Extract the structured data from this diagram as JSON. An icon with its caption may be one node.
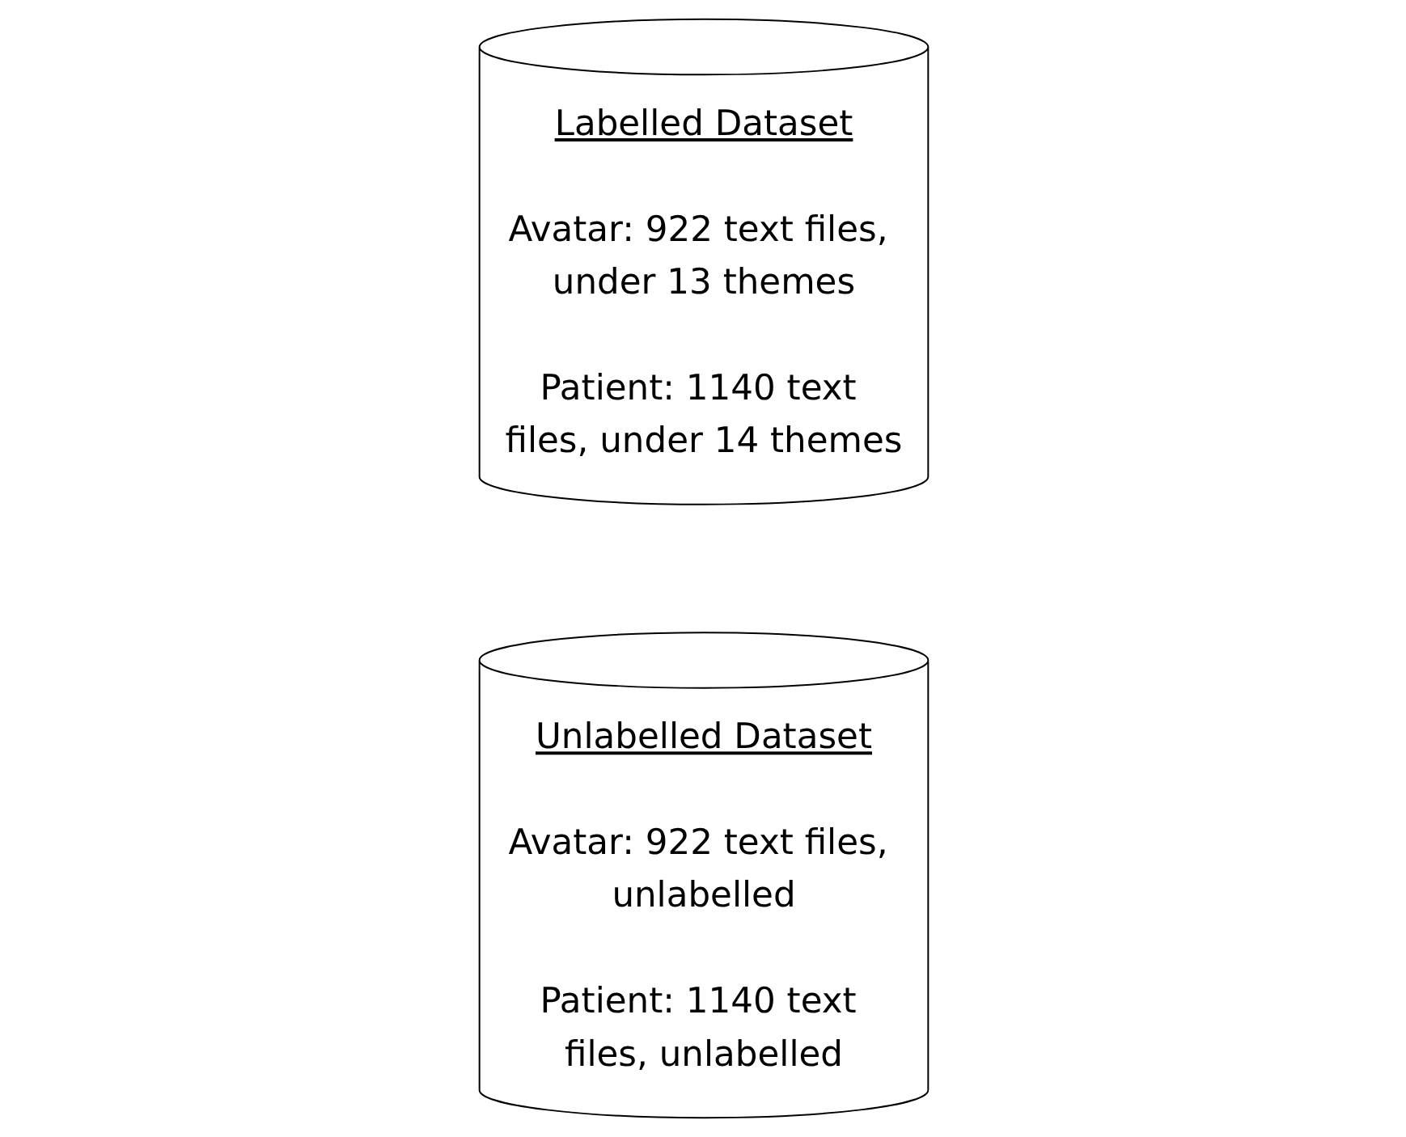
{
  "diagram": {
    "nodes": [
      {
        "text": [
          "Labelled Dataset",
          "Avatar: 922 text files, under 13 themes",
          "Patient: 1140 text files, under 14 themes"
        ]
      },
      {
        "text": [
          "Unlabelled Dataset",
          "Avatar: 922 text files, unlabelled",
          "Patient: 1140 text files, unlabelled"
        ]
      }
    ],
    "edges": []
  }
}
